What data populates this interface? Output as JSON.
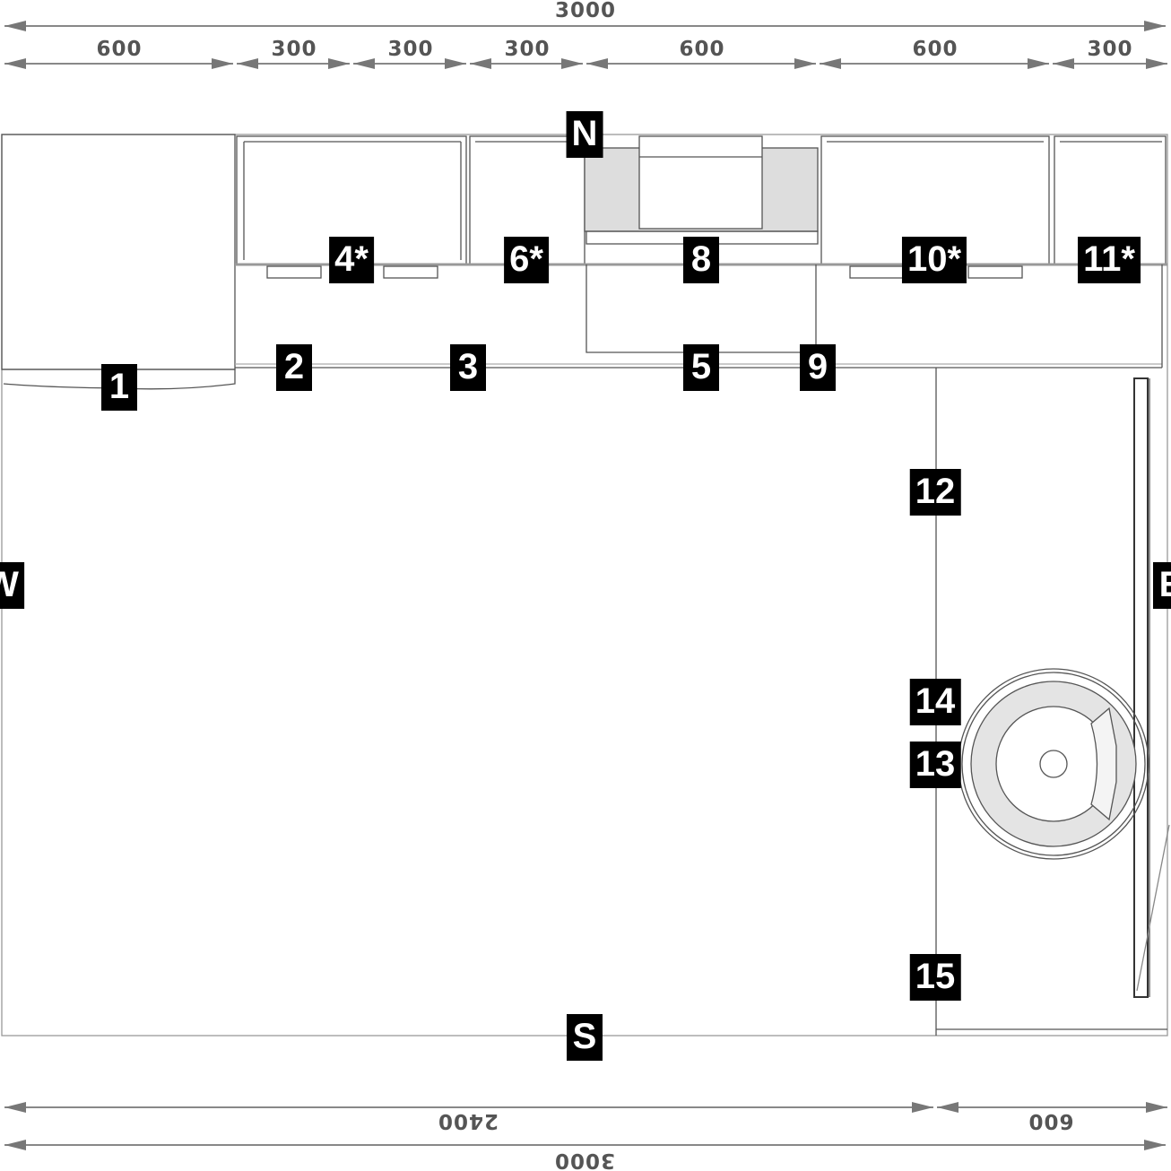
{
  "dimensions": {
    "top_total": "3000",
    "top_segments": [
      "600",
      "300",
      "300",
      "300",
      "600",
      "600",
      "300"
    ],
    "bottom_segments": [
      "2400",
      "600"
    ],
    "bottom_total": "3000"
  },
  "compass": {
    "north": "N",
    "south": "S",
    "east": "E",
    "west": "W"
  },
  "units": [
    {
      "id": "1",
      "label": "1"
    },
    {
      "id": "2",
      "label": "2"
    },
    {
      "id": "3",
      "label": "3"
    },
    {
      "id": "4",
      "label": "4*"
    },
    {
      "id": "5",
      "label": "5"
    },
    {
      "id": "6",
      "label": "6*"
    },
    {
      "id": "8",
      "label": "8"
    },
    {
      "id": "9",
      "label": "9"
    },
    {
      "id": "10",
      "label": "10*"
    },
    {
      "id": "11",
      "label": "11*"
    },
    {
      "id": "12",
      "label": "12"
    },
    {
      "id": "13",
      "label": "13"
    },
    {
      "id": "14",
      "label": "14"
    },
    {
      "id": "15",
      "label": "15"
    }
  ],
  "colors": {
    "line": "#555555",
    "dim": "#777777",
    "fill_gray": "#dddddd",
    "tag_bg": "#000000",
    "tag_text": "#ffffff"
  }
}
